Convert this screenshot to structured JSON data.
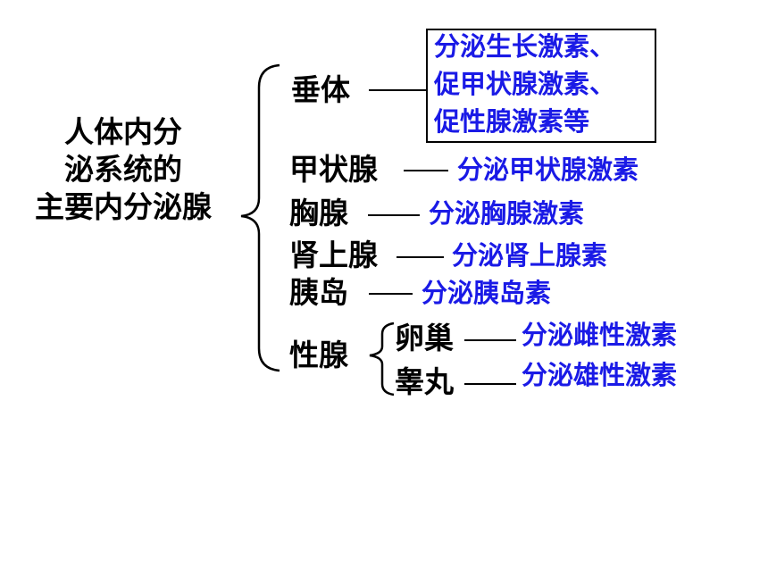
{
  "root": {
    "line1": "人体内分",
    "line2": "泌系统的",
    "line3": "主要内分泌腺"
  },
  "glands": {
    "pituitary": {
      "name": "垂体",
      "hormone_line1": "分泌生长激素、",
      "hormone_line2": "促甲状腺激素、",
      "hormone_line3": "促性腺激素等"
    },
    "thyroid": {
      "name": "甲状腺",
      "hormone": "分泌甲状腺激素"
    },
    "thymus": {
      "name": "胸腺",
      "hormone": "分泌胸腺激素"
    },
    "adrenal": {
      "name": "肾上腺",
      "hormone": "分泌肾上腺素"
    },
    "islets": {
      "name": "胰岛",
      "hormone": "分泌胰岛素"
    },
    "gonads": {
      "name": "性腺",
      "ovary": {
        "name": "卵巢",
        "hormone": "分泌雌性激素"
      },
      "testis": {
        "name": "睾丸",
        "hormone": "分泌雄性激素"
      }
    }
  },
  "colors": {
    "label": "#000000",
    "hormone": "#1a1ae6"
  }
}
